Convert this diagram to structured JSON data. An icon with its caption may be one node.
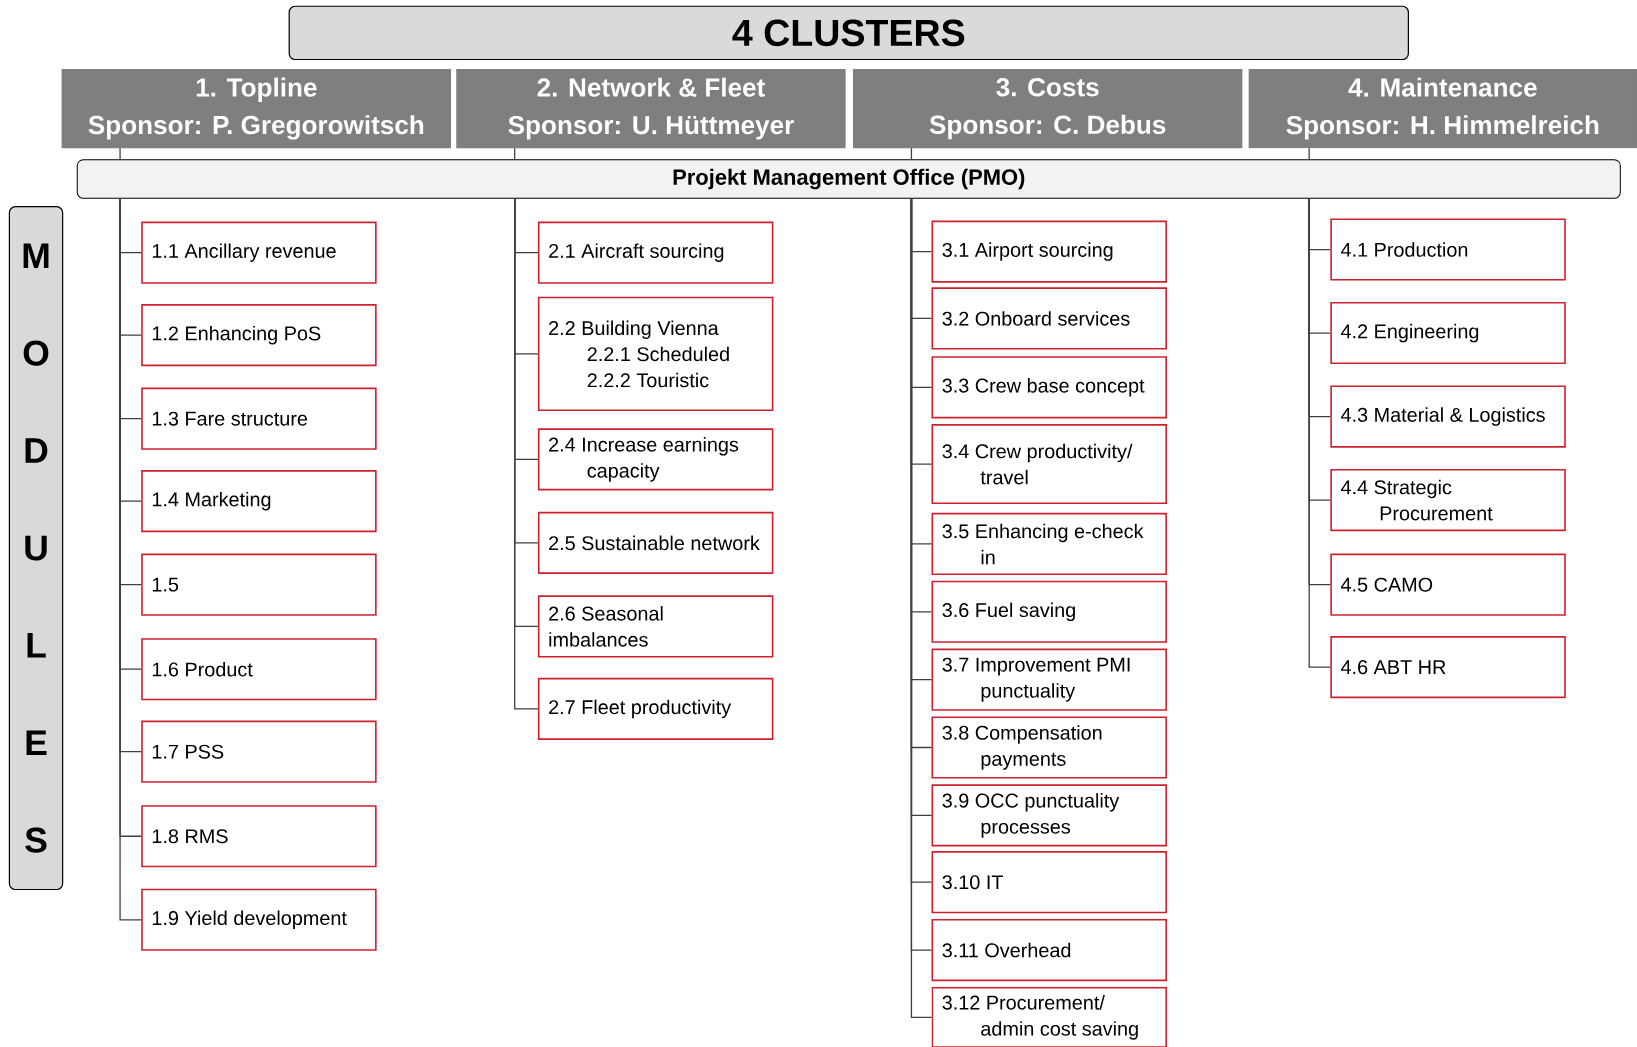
{
  "diagram": {
    "nodes": [
      {
        "text": [
          "4 CLUSTERS"
        ]
      },
      {
        "text": [
          "1. Topline",
          "Sponsor: P. Gregorowitsch"
        ]
      },
      {
        "text": [
          "2. Network & Fleet",
          "Sponsor: U. Hüttmeyer"
        ]
      },
      {
        "text": [
          "3. Costs",
          "Sponsor: C. Debus"
        ]
      },
      {
        "text": [
          "4. Maintenance",
          "Sponsor: H. Himmelreich"
        ]
      },
      {
        "text": [
          "Projekt Management Office (PMO)"
        ]
      },
      {
        "text": [
          "M O D U L E S"
        ]
      },
      {
        "text": [
          "1.1 Ancillary revenue"
        ]
      },
      {
        "text": [
          "1.2 Enhancing PoS"
        ]
      },
      {
        "text": [
          "1.3 Fare structure"
        ]
      },
      {
        "text": [
          "1.4 Marketing"
        ]
      },
      {
        "text": [
          "1.5"
        ]
      },
      {
        "text": [
          "1.6 Product"
        ]
      },
      {
        "text": [
          "1.7 PSS"
        ]
      },
      {
        "text": [
          "1.8 RMS"
        ]
      },
      {
        "text": [
          "1.9 Yield development"
        ]
      },
      {
        "text": [
          "2.1 Aircraft sourcing"
        ]
      },
      {
        "text": [
          "2.2 Building Vienna",
          "2.2.1 Scheduled",
          "2.2.2 Touristic"
        ]
      },
      {
        "text": [
          "2.4 Increase earnings capacity"
        ]
      },
      {
        "text": [
          "2.5 Sustainable network"
        ]
      },
      {
        "text": [
          "2.6 Seasonal imbalances"
        ]
      },
      {
        "text": [
          "2.7 Fleet productivity"
        ]
      },
      {
        "text": [
          "3.1 Airport sourcing"
        ]
      },
      {
        "text": [
          "3.2 Onboard services"
        ]
      },
      {
        "text": [
          "3.3 Crew base concept"
        ]
      },
      {
        "text": [
          "3.4 Crew productivity/ travel"
        ]
      },
      {
        "text": [
          "3.5 Enhancing e-check in"
        ]
      },
      {
        "text": [
          "3.6 Fuel saving"
        ]
      },
      {
        "text": [
          "3.7 Improvement PMI punctuality"
        ]
      },
      {
        "text": [
          "3.8 Compensation payments"
        ]
      },
      {
        "text": [
          "3.9 OCC punctuality processes"
        ]
      },
      {
        "text": [
          "3.10 IT"
        ]
      },
      {
        "text": [
          "3.11 Overhead"
        ]
      },
      {
        "text": [
          "3.12 Procurement/ admin cost saving"
        ]
      },
      {
        "text": [
          "4.1 Production"
        ]
      },
      {
        "text": [
          "4.2 Engineering"
        ]
      },
      {
        "text": [
          "4.3 Material & Logistics"
        ]
      },
      {
        "text": [
          "4.4 Strategic Procurement"
        ]
      },
      {
        "text": [
          "4.5 CAMO"
        ]
      },
      {
        "text": [
          "4.6 ABT HR"
        ]
      }
    ],
    "edges": [
      {
        "from": 1,
        "to": 5,
        "arrow": "none"
      },
      {
        "from": 2,
        "to": 5,
        "arrow": "none"
      },
      {
        "from": 3,
        "to": 5,
        "arrow": "none"
      },
      {
        "from": 4,
        "to": 5,
        "arrow": "none"
      },
      {
        "from": 5,
        "to": 7,
        "arrow": "none"
      },
      {
        "from": 5,
        "to": 8,
        "arrow": "none"
      },
      {
        "from": 5,
        "to": 9,
        "arrow": "none"
      },
      {
        "from": 5,
        "to": 10,
        "arrow": "none"
      },
      {
        "from": 5,
        "to": 11,
        "arrow": "none"
      },
      {
        "from": 5,
        "to": 12,
        "arrow": "none"
      },
      {
        "from": 5,
        "to": 13,
        "arrow": "none"
      },
      {
        "from": 5,
        "to": 14,
        "arrow": "none"
      },
      {
        "from": 5,
        "to": 15,
        "arrow": "none"
      },
      {
        "from": 5,
        "to": 16,
        "arrow": "none"
      },
      {
        "from": 5,
        "to": 17,
        "arrow": "none"
      },
      {
        "from": 5,
        "to": 18,
        "arrow": "none"
      },
      {
        "from": 5,
        "to": 19,
        "arrow": "none"
      },
      {
        "from": 5,
        "to": 20,
        "arrow": "none"
      },
      {
        "from": 5,
        "to": 21,
        "arrow": "none"
      },
      {
        "from": 5,
        "to": 22,
        "arrow": "none"
      },
      {
        "from": 5,
        "to": 23,
        "arrow": "none"
      },
      {
        "from": 5,
        "to": 24,
        "arrow": "none"
      },
      {
        "from": 5,
        "to": 25,
        "arrow": "none"
      },
      {
        "from": 5,
        "to": 26,
        "arrow": "none"
      },
      {
        "from": 5,
        "to": 27,
        "arrow": "none"
      },
      {
        "from": 5,
        "to": 28,
        "arrow": "none"
      },
      {
        "from": 5,
        "to": 29,
        "arrow": "none"
      },
      {
        "from": 5,
        "to": 30,
        "arrow": "none"
      },
      {
        "from": 5,
        "to": 31,
        "arrow": "none"
      },
      {
        "from": 5,
        "to": 32,
        "arrow": "none"
      },
      {
        "from": 5,
        "to": 33,
        "arrow": "none"
      },
      {
        "from": 5,
        "to": 34,
        "arrow": "none"
      },
      {
        "from": 5,
        "to": 35,
        "arrow": "none"
      },
      {
        "from": 5,
        "to": 36,
        "arrow": "none"
      },
      {
        "from": 5,
        "to": 37,
        "arrow": "none"
      },
      {
        "from": 5,
        "to": 38,
        "arrow": "none"
      },
      {
        "from": 5,
        "to": 39,
        "arrow": "none"
      }
    ]
  }
}
